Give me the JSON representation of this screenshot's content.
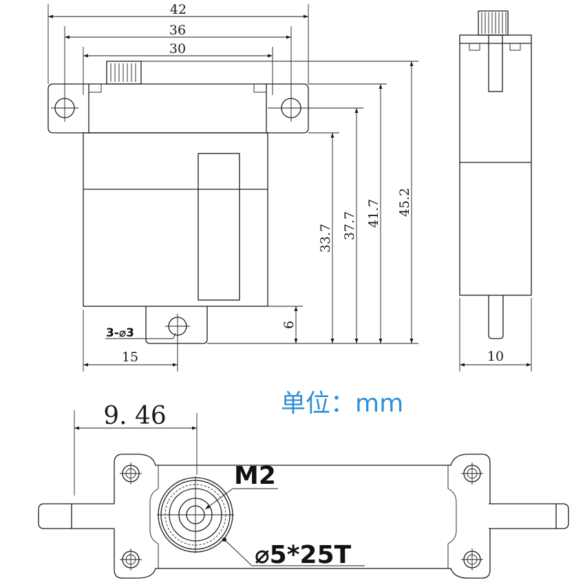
{
  "front_view": {
    "dims": {
      "width_42": "42",
      "width_36": "36",
      "width_30": "30",
      "height_45_2": "45.2",
      "height_41_7": "41.7",
      "height_37_7": "37.7",
      "height_33_7": "33.7",
      "bottom_6": "6",
      "offset_15": "15"
    },
    "hole_callout": "3-⌀3"
  },
  "side_view": {
    "dims": {
      "depth_10": "10"
    }
  },
  "bottom_view": {
    "dims": {
      "offset_9_46": "9. 46"
    },
    "callouts": {
      "thread": "M2",
      "spline": "⌀5*25T"
    }
  },
  "unit_label": "单位：mm",
  "colors": {
    "line": "#1a1a1a",
    "unit_label": "#2f8fd6"
  }
}
